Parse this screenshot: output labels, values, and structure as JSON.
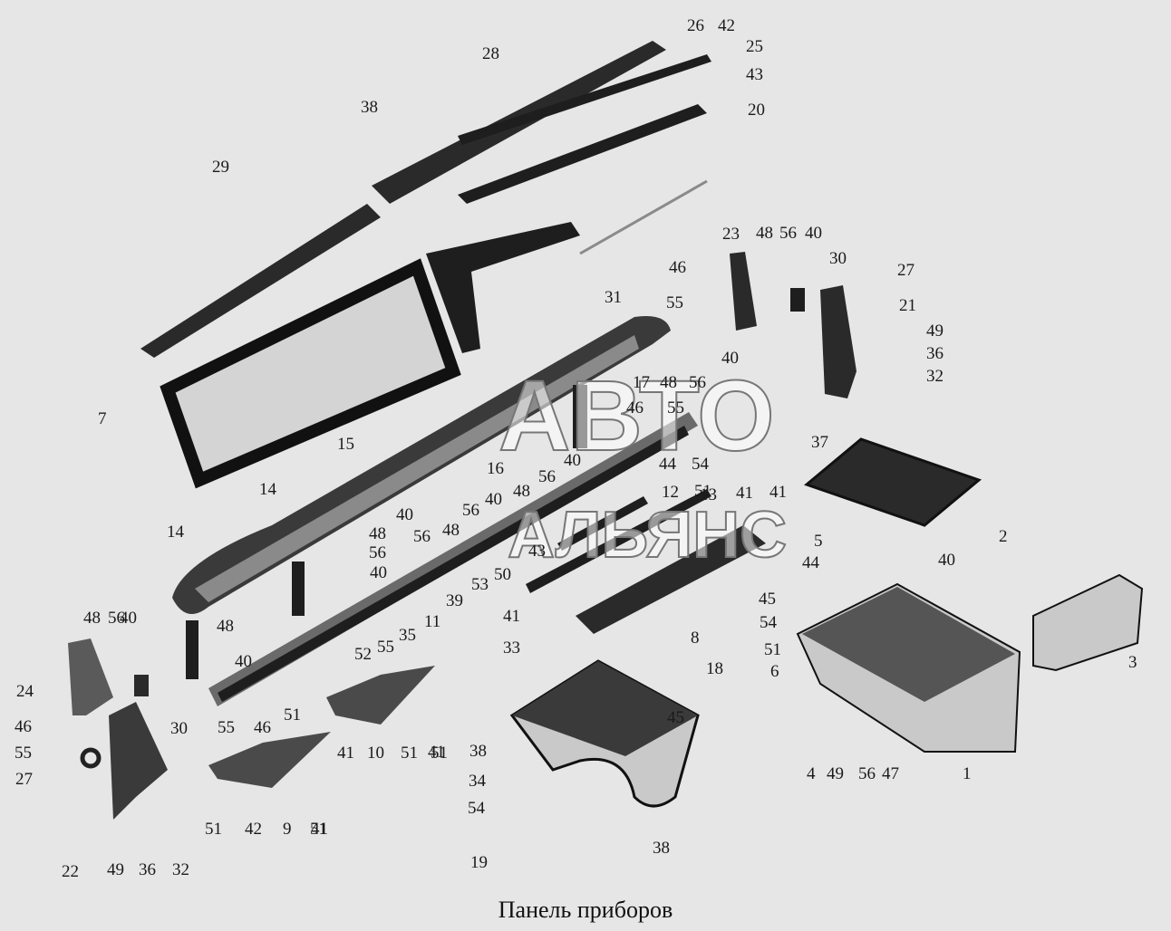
{
  "caption": "Панель приборов",
  "watermark": {
    "line1": "АВТО",
    "line2": "АЛЬЯНС"
  },
  "callouts": [
    "1",
    "2",
    "3",
    "4",
    "5",
    "6",
    "7",
    "8",
    "9",
    "10",
    "11",
    "12",
    "13",
    "14",
    "14",
    "15",
    "16",
    "17",
    "18",
    "19",
    "20",
    "21",
    "22",
    "23",
    "24",
    "25",
    "26",
    "27",
    "27",
    "28",
    "29",
    "30",
    "30",
    "31",
    "32",
    "32",
    "33",
    "34",
    "35",
    "36",
    "36",
    "37",
    "38",
    "38",
    "38",
    "39",
    "40",
    "40",
    "40",
    "40",
    "40",
    "40",
    "40",
    "40",
    "40",
    "41",
    "41",
    "41",
    "41",
    "41",
    "41",
    "42",
    "42",
    "43",
    "43",
    "44",
    "44",
    "45",
    "45",
    "46",
    "46",
    "46",
    "46",
    "47",
    "48",
    "48",
    "48",
    "48",
    "48",
    "48",
    "48",
    "49",
    "49",
    "49",
    "50",
    "51",
    "51",
    "51",
    "51",
    "51",
    "51",
    "51",
    "52",
    "53",
    "54",
    "54",
    "54",
    "55",
    "55",
    "55",
    "55",
    "55",
    "56",
    "56",
    "56",
    "56",
    "56",
    "56",
    "56",
    "56"
  ],
  "colors": {
    "background": "#e6e6e6",
    "part_dark": "#1b1b1b",
    "part_mid": "#6a6a6a",
    "part_light": "#c9c9c9"
  }
}
